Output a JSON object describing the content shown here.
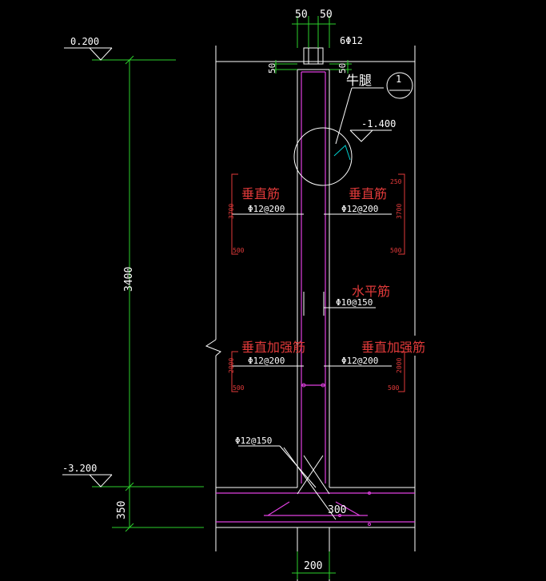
{
  "colors": {
    "background": "#000000",
    "outline": "#ffffff",
    "dimension": "#2bd12b",
    "rebar": "#e040e0",
    "annotation_red": "#e23a3a",
    "text": "#ffffff",
    "callout": "#00d0d0"
  },
  "dims": {
    "top_w1": "50",
    "top_w2": "50",
    "right_50": "50",
    "left_50": "50",
    "height_3400": "3400",
    "height_350": "350",
    "bottom_200": "200",
    "bottom_300": "300"
  },
  "elevations": {
    "top": "0.200",
    "bracket": "-1.400",
    "bottom": "-3.200"
  },
  "labels": {
    "top_bars": "6Φ12",
    "corbel": "牛腿",
    "detail_no": "1",
    "vert_left": "垂直筋",
    "vert_right": "垂直筋",
    "horiz": "水平筋",
    "vert_add_left": "垂直加强筋",
    "vert_add_right": "垂直加强筋",
    "rebar_v_left": "Φ12@200",
    "rebar_v_right": "Φ12@200",
    "rebar_h": "Φ10@150",
    "rebar_add_left": "Φ12@200",
    "rebar_add_right": "Φ12@200",
    "rebar_bottom": "Φ12@150",
    "l_3700": "3700",
    "l_500_a": "500",
    "r_250": "250",
    "r_3700": "3700",
    "r_500_a": "500",
    "l_2000": "2000",
    "l_500_b": "500",
    "r_2000": "2000",
    "r_500_b": "500"
  }
}
